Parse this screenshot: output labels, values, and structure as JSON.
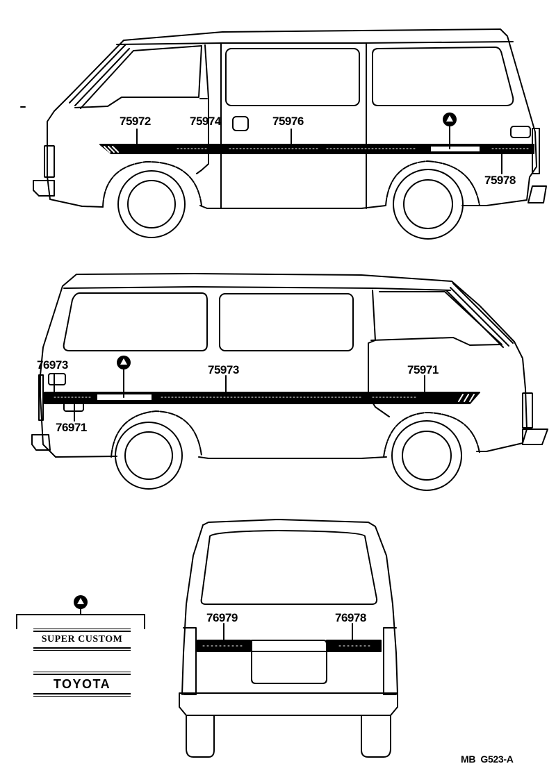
{
  "diagram": {
    "type": "parts-catalog-illustration",
    "subject": "Van body stripes / tape decals and emblems",
    "code": "MB  G523-A"
  },
  "views": {
    "right_side": {
      "callouts": [
        {
          "part": "75972"
        },
        {
          "part": "75974"
        },
        {
          "part": "75976"
        },
        {
          "part": "75978"
        }
      ],
      "marker": "triangle-marker"
    },
    "left_side": {
      "callouts": [
        {
          "part": "76973"
        },
        {
          "part": "76971"
        },
        {
          "part": "75973"
        },
        {
          "part": "75971"
        }
      ],
      "marker": "triangle-marker"
    },
    "rear": {
      "callouts": [
        {
          "part": "76979"
        },
        {
          "part": "76978"
        }
      ]
    }
  },
  "emblems": {
    "marker": "triangle-marker",
    "items": [
      {
        "text": "SUPER CUSTOM"
      },
      {
        "text": "TOYOTA"
      }
    ]
  }
}
